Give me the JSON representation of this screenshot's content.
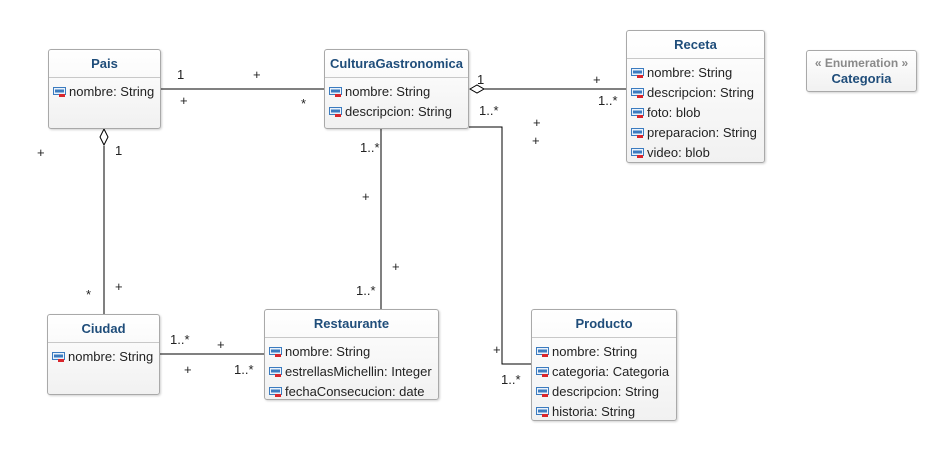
{
  "classes": {
    "pais": {
      "name": "Pais",
      "attributes": [
        "nombre: String"
      ]
    },
    "cultura": {
      "name": "CulturaGastronomica",
      "attributes": [
        "nombre: String",
        "descripcion: String"
      ]
    },
    "receta": {
      "name": "Receta",
      "attributes": [
        "nombre: String",
        "descripcion: String",
        "foto: blob",
        "preparacion: String",
        "video: blob"
      ]
    },
    "ciudad": {
      "name": "Ciudad",
      "attributes": [
        "nombre: String"
      ]
    },
    "restaurante": {
      "name": "Restaurante",
      "attributes": [
        "nombre: String",
        "estrellasMichellin: Integer",
        "fechaConsecucion: date"
      ]
    },
    "producto": {
      "name": "Producto",
      "attributes": [
        "nombre: String",
        "categoria: Categoria",
        "descripcion: String",
        "historia: String"
      ]
    }
  },
  "enumeration": {
    "stereotype": "« Enumeration »",
    "name": "Categoria"
  },
  "labels": {
    "pais_cultura_1": "1",
    "pais_cultura_plus_top": "+",
    "pais_cultura_plus_bottom": "+",
    "pais_cultura_star": "*",
    "cultura_receta_1": "1",
    "cultura_receta_plus": "+",
    "cultura_receta_mult": "1..*",
    "cultura_producto_mult": "1..*",
    "cultura_plus_a": "+",
    "cultura_plus_b": "+",
    "cultura_restaurante_mult_top": "1..*",
    "cultura_restaurante_plus_left": "+",
    "cultura_restaurante_plus_right": "+",
    "cultura_restaurante_mult_bottom": "1..*",
    "pais_plus_left": "+",
    "pais_ciudad_1": "1",
    "pais_ciudad_star": "*",
    "pais_ciudad_plus": "+",
    "ciudad_rest_mult_left": "1..*",
    "ciudad_rest_plus_top": "+",
    "ciudad_rest_plus_bottom": "+",
    "ciudad_rest_mult_right": "1..*",
    "producto_plus": "+",
    "producto_mult": "1..*"
  },
  "colors": {
    "class_title": "#1f4d7a",
    "line": "#000000",
    "border": "#a9a9a9",
    "attr_icon": "#3b7bbf",
    "attr_icon_marker": "#d9262c"
  },
  "icons": {
    "attribute": "field-icon"
  }
}
